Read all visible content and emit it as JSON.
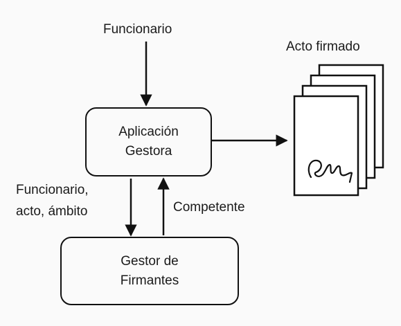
{
  "diagram": {
    "top_input_label": "Funcionario",
    "output_label": "Acto firmado",
    "app_box": {
      "line1": "Aplicación",
      "line2": "Gestora"
    },
    "signer_box": {
      "line1": "Gestor de",
      "line2": "Firmantes"
    },
    "down_arrow_label": {
      "line1": "Funcionario,",
      "line2": "acto, ámbito"
    },
    "up_arrow_label": "Competente"
  },
  "colors": {
    "background": "#fafafa",
    "stroke": "#111111"
  }
}
